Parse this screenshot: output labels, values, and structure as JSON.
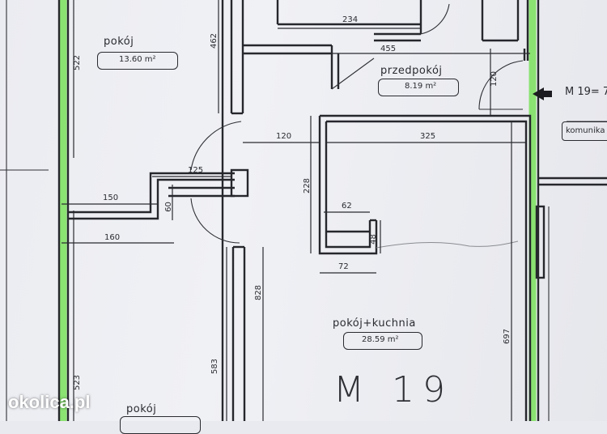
{
  "rooms": {
    "pokoj_top": {
      "name": "pokój",
      "area": "13.60 m²"
    },
    "przedpokoj": {
      "name": "przedpokój",
      "area": "8.19 m²"
    },
    "pokoj_kuchnia": {
      "name": "pokój+kuchnia",
      "area": "28.59 m²"
    },
    "pokoj_bottom": {
      "name": "pokój"
    }
  },
  "title": "M 19",
  "side_labels": {
    "neighbor": "M 19= 7",
    "corridor": "komunika"
  },
  "dimensions": {
    "d234": "234",
    "d455": "455",
    "d462": "462",
    "d522": "522",
    "d120_door": "120",
    "d120": "120",
    "d325": "325",
    "d125": "125",
    "d150": "150",
    "d60": "60",
    "d228": "228",
    "d62": "62",
    "d160": "160",
    "d48": "48",
    "d72": "72",
    "d828": "828",
    "d583": "583",
    "d697": "697",
    "d523": "523"
  },
  "watermark": "okolica.pl",
  "colors": {
    "highlight": "#79e05a",
    "line": "#26272d",
    "paper": "#ebecf1"
  }
}
